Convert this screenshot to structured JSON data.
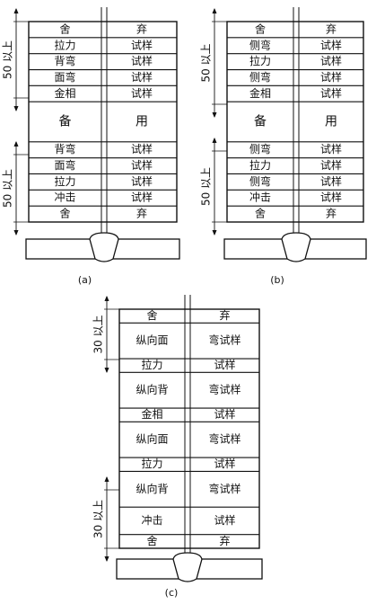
{
  "diagrams": [
    {
      "id": "a",
      "caption": "(a)",
      "rows": [
        {
          "l": "舍",
          "r": "弃",
          "h": 1
        },
        {
          "l": "拉力",
          "r": "试样",
          "h": 1
        },
        {
          "l": "背弯",
          "r": "试样",
          "h": 1
        },
        {
          "l": "面弯",
          "r": "试样",
          "h": 1
        },
        {
          "l": "金相",
          "r": "试样",
          "h": 1
        },
        {
          "l": "备",
          "r": "用",
          "h": 2.5,
          "big": true
        },
        {
          "l": "背弯",
          "r": "试样",
          "h": 1
        },
        {
          "l": "面弯",
          "r": "试样",
          "h": 1
        },
        {
          "l": "拉力",
          "r": "试样",
          "h": 1
        },
        {
          "l": "冲击",
          "r": "试样",
          "h": 1
        },
        {
          "l": "舍",
          "r": "弃",
          "h": 1
        }
      ],
      "dims": [
        {
          "text": "50 以上"
        },
        {
          "text": "50 以上"
        }
      ]
    },
    {
      "id": "b",
      "caption": "(b)",
      "rows": [
        {
          "l": "舍",
          "r": "弃",
          "h": 1
        },
        {
          "l": "侧弯",
          "r": "试样",
          "h": 1
        },
        {
          "l": "拉力",
          "r": "试样",
          "h": 1
        },
        {
          "l": "侧弯",
          "r": "试样",
          "h": 1
        },
        {
          "l": "金相",
          "r": "试样",
          "h": 1
        },
        {
          "l": "备",
          "r": "用",
          "h": 2.5,
          "big": true
        },
        {
          "l": "侧弯",
          "r": "试样",
          "h": 1
        },
        {
          "l": "拉力",
          "r": "试样",
          "h": 1
        },
        {
          "l": "侧弯",
          "r": "试样",
          "h": 1
        },
        {
          "l": "冲击",
          "r": "试样",
          "h": 1
        },
        {
          "l": "舍",
          "r": "弃",
          "h": 1
        }
      ],
      "dims": [
        {
          "text": "50 以上"
        },
        {
          "text": "50 以上"
        }
      ]
    },
    {
      "id": "c",
      "caption": "(c)",
      "rows": [
        {
          "l": "舍",
          "r": "弃",
          "h": 1
        },
        {
          "l": "纵向面",
          "r": "弯试样",
          "h": 2.6
        },
        {
          "l": "拉力",
          "r": "试样",
          "h": 1
        },
        {
          "l": "纵向背",
          "r": "弯试样",
          "h": 2.6
        },
        {
          "l": "金相",
          "r": "试样",
          "h": 1
        },
        {
          "l": "纵向面",
          "r": "弯试样",
          "h": 2.6
        },
        {
          "l": "拉力",
          "r": "试样",
          "h": 1
        },
        {
          "l": "纵向背",
          "r": "弯试样",
          "h": 2.6
        },
        {
          "l": "冲击",
          "r": "试样",
          "h": 2
        },
        {
          "l": "舍",
          "r": "弃",
          "h": 1
        }
      ],
      "dims": [
        {
          "text": "30 以上"
        },
        {
          "text": "30 以上"
        }
      ]
    }
  ]
}
